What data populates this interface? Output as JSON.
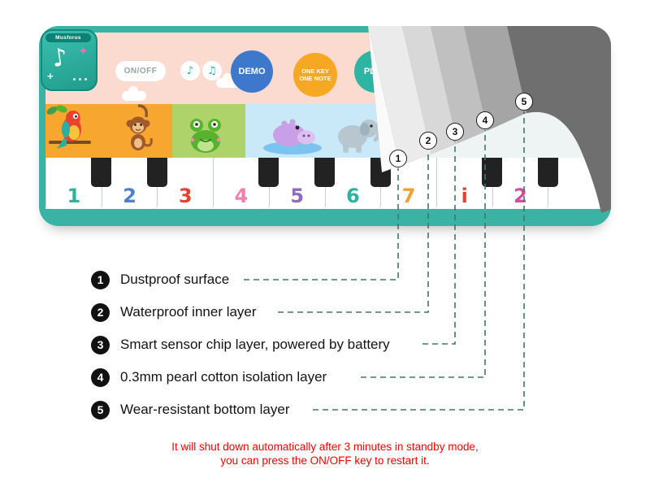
{
  "mat": {
    "brand_label": "Musforus",
    "controls": {
      "on_off": "ON/OFF",
      "demo": "DEMO",
      "one_key_line1": "ONE KEY",
      "one_key_line2": "ONE NOTE",
      "play": "PLAY"
    },
    "keys": [
      {
        "label": "1",
        "color": "#2bb5a0"
      },
      {
        "label": "2",
        "color": "#4a7fd4"
      },
      {
        "label": "3",
        "color": "#e8412c"
      },
      {
        "label": "4",
        "color": "#f080b0"
      },
      {
        "label": "5",
        "color": "#8e6bbf"
      },
      {
        "label": "6",
        "color": "#2bb5a0"
      },
      {
        "label": "7",
        "color": "#f59e2f"
      },
      {
        "label": "i",
        "color": "#e8412c"
      },
      {
        "label": "2",
        "color": "#d84a9e"
      },
      {
        "label": "",
        "color": "#2bb5a0"
      }
    ]
  },
  "icons": {
    "music_note": "♪",
    "melody_note": "♫",
    "plus": "+"
  },
  "peel_labels": [
    "1",
    "2",
    "3",
    "4",
    "5"
  ],
  "layers": [
    {
      "num": "1",
      "label": "Dustproof surface"
    },
    {
      "num": "2",
      "label": "Waterproof inner layer"
    },
    {
      "num": "3",
      "label": "Smart sensor chip layer, powered by battery"
    },
    {
      "num": "4",
      "label": "0.3mm pearl cotton isolation layer"
    },
    {
      "num": "5",
      "label": "Wear-resistant bottom layer"
    }
  ],
  "footer": {
    "line1": "It will shut down automatically after 3 minutes in standby mode,",
    "line2": "you can press the ON/OFF key to restart it."
  },
  "colors": {
    "mat_border": "#3ab3a5",
    "accent_red": "#ff0000"
  }
}
